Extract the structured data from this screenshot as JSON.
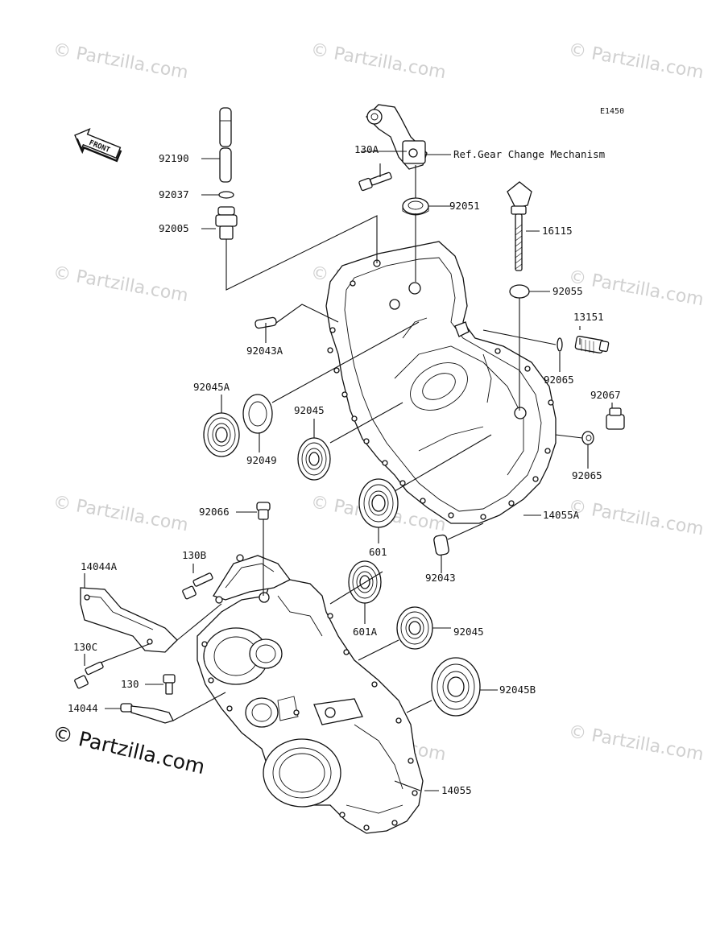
{
  "diagram_code": "E1450",
  "front_label": "FRONT",
  "reference_text": "Ref.Gear Change Mechanism",
  "watermark": "© Partzilla.com",
  "part_numbers": {
    "p92190": "92190",
    "p92037": "92037",
    "p92005": "92005",
    "p130A": "130A",
    "p92051": "92051",
    "p16115": "16115",
    "p92055": "92055",
    "p13151": "13151",
    "p92043A": "92043A",
    "p92065a": "92065",
    "p92045A": "92045A",
    "p92067": "92067",
    "p92045a": "92045",
    "p92049": "92049",
    "p92065b": "92065",
    "p92066": "92066",
    "p14055A": "14055A",
    "p601": "601",
    "p92043": "92043",
    "p14044A": "14044A",
    "p130B": "130B",
    "p601A": "601A",
    "p92045b": "92045",
    "p130C": "130C",
    "p130": "130",
    "p92045B": "92045B",
    "p14044": "14044",
    "p14055": "14055"
  }
}
